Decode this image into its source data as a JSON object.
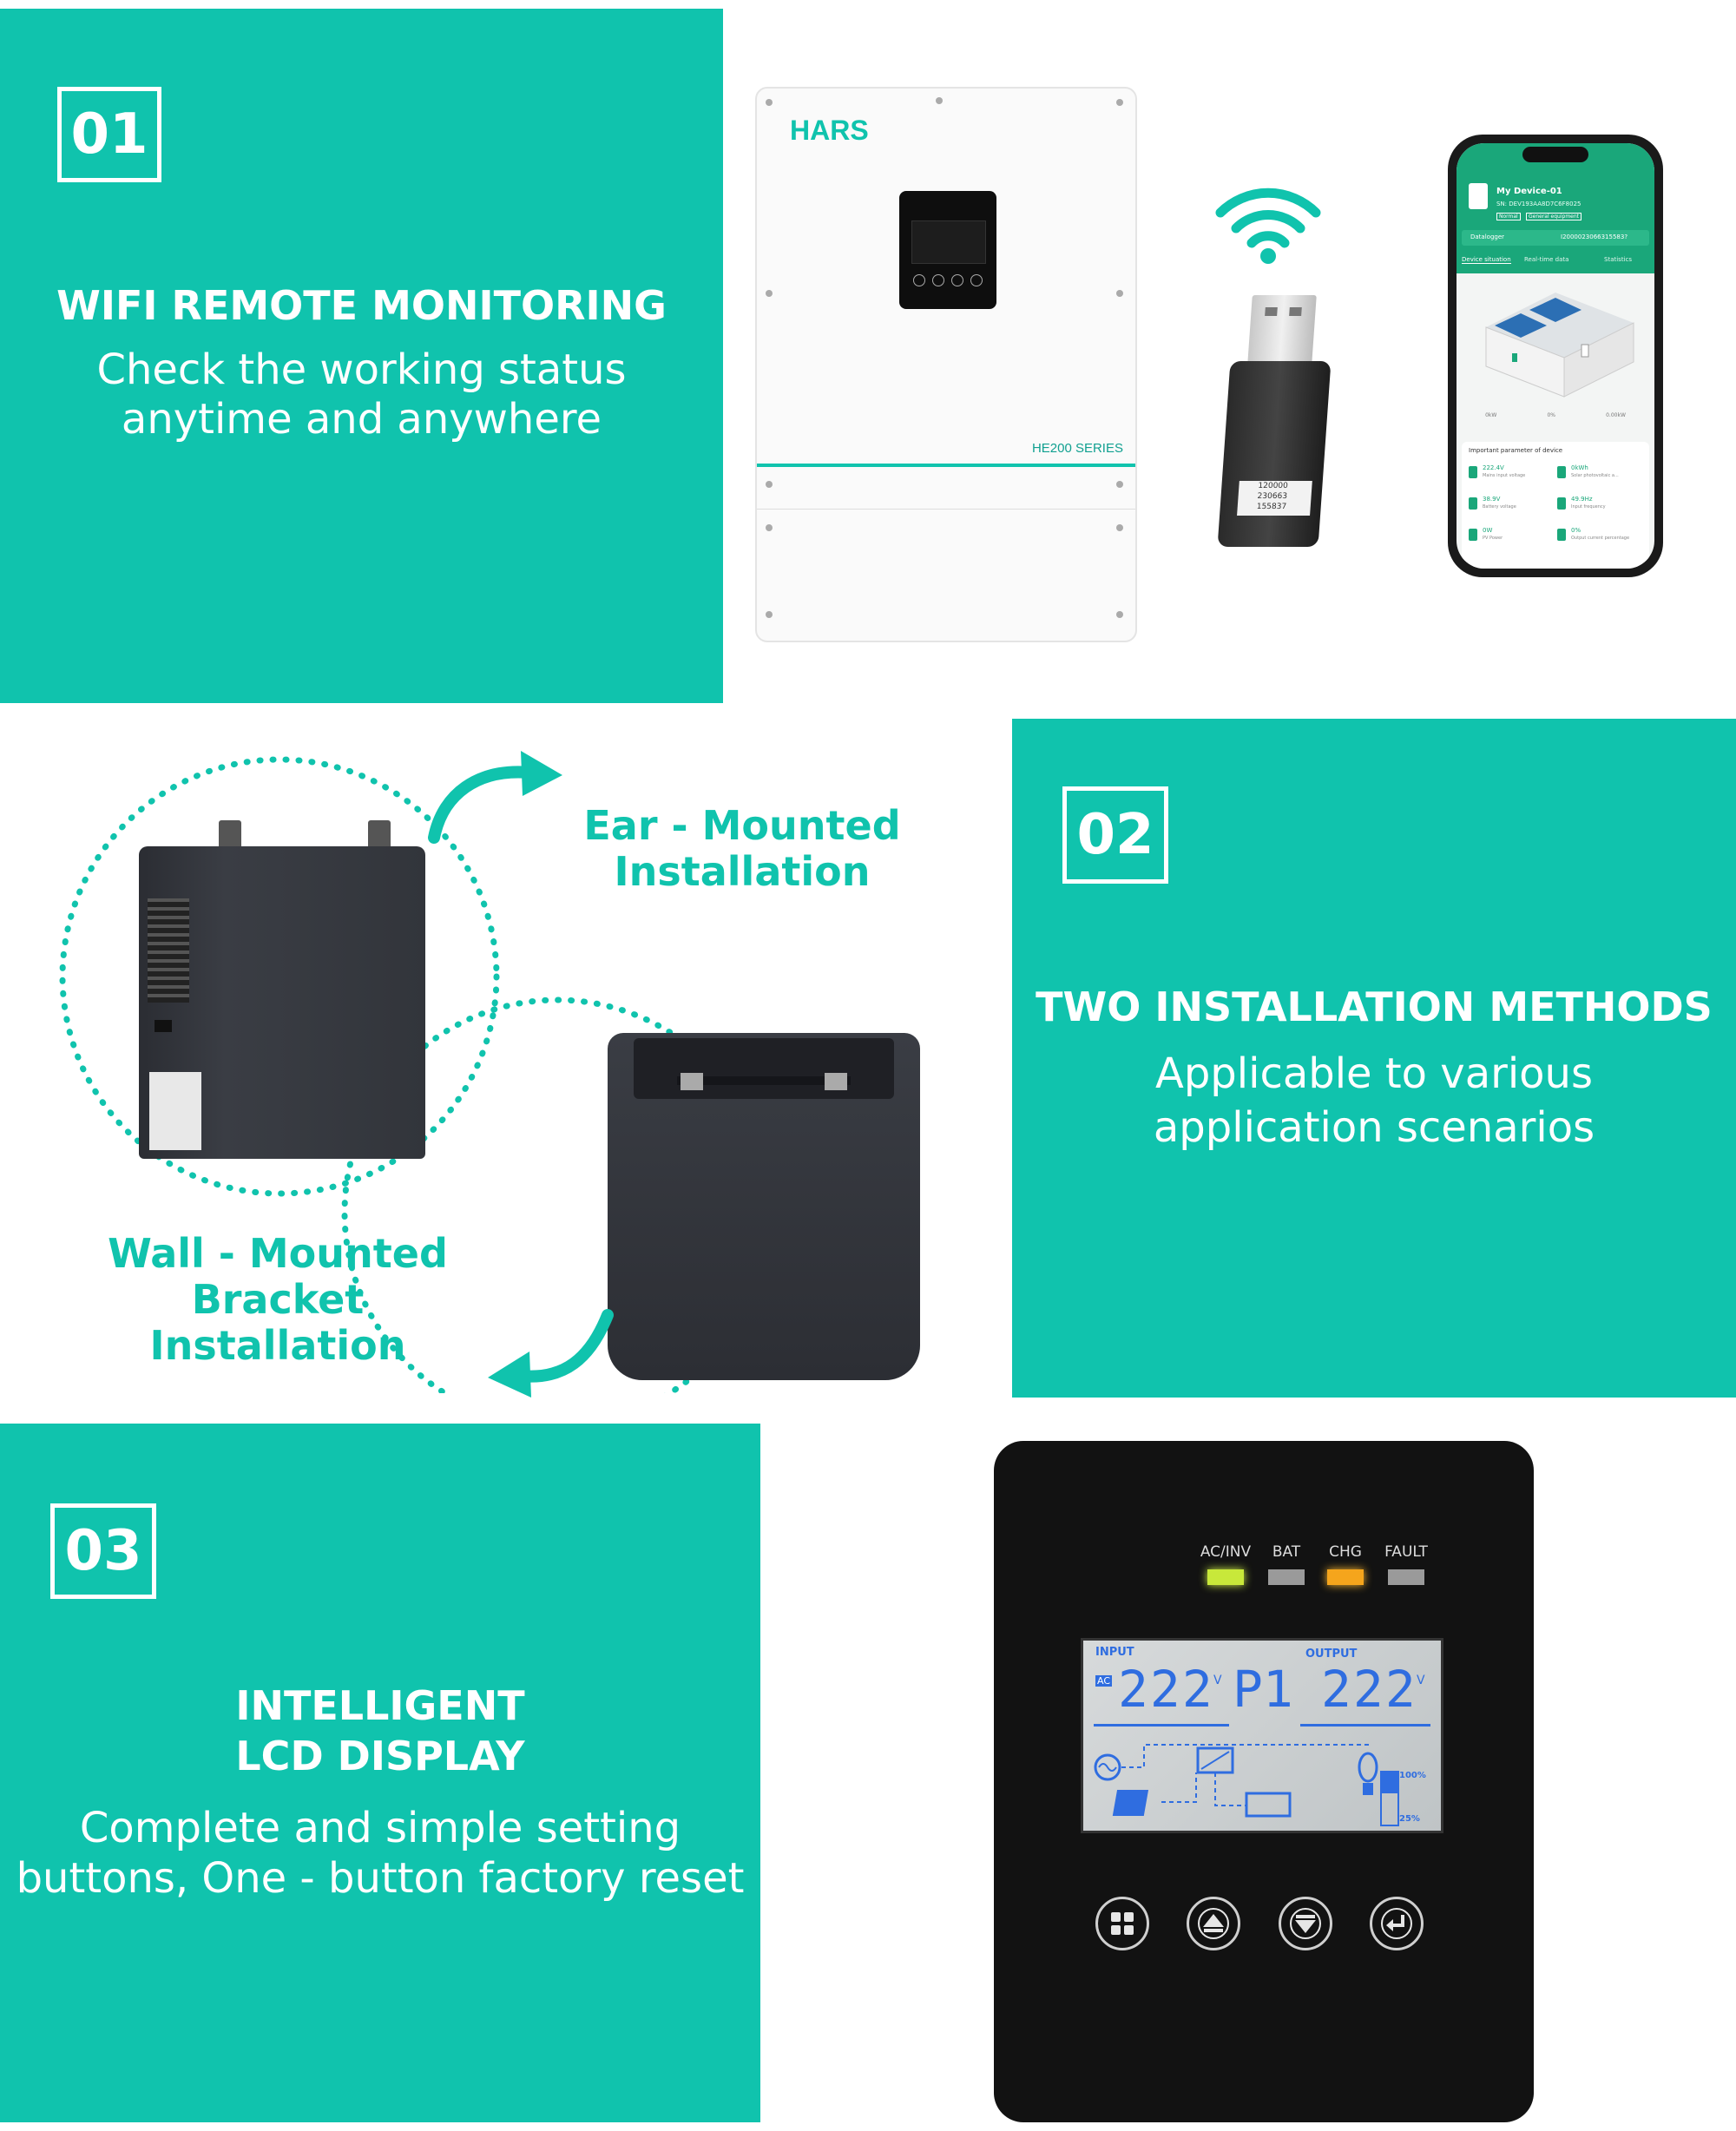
{
  "section1": {
    "number": "01",
    "title": "WIFI REMOTE MONITORING",
    "description_line1": "Check the working status",
    "description_line2": "anytime and anywhere"
  },
  "inverter": {
    "brand": "HARS",
    "series": "HE200 SERIES"
  },
  "dongle": {
    "label_line1": "120000",
    "label_line2": "230663",
    "label_line3": "155837"
  },
  "phone_app": {
    "device_name": "My Device-01",
    "serial": "SN: DEV193AA8D7C6F8025",
    "status_badge": "Normal",
    "type_badge": "General equipment",
    "datalogger_label": "Datalogger",
    "datalogger_value": "I2000023066315583?",
    "tabs": [
      "Device situation",
      "Real-time data",
      "Statistics"
    ],
    "params_title": "Important parameter of device",
    "params": [
      {
        "value": "222.4V",
        "label": "Mains input voltage"
      },
      {
        "value": "0kWh",
        "label": "Solar photovoltaic a..."
      },
      {
        "value": "38.9V",
        "label": "Battery voltage"
      },
      {
        "value": "49.9Hz",
        "label": "Input frequency"
      },
      {
        "value": "0W",
        "label": "PV Power"
      },
      {
        "value": "0%",
        "label": "Output current percentage"
      }
    ],
    "flow_values": [
      "0kW",
      "0%",
      "0.00kW"
    ]
  },
  "section2": {
    "number": "02",
    "title": "TWO INSTALLATION METHODS",
    "description_line1": "Applicable to various",
    "description_line2": "application scenarios",
    "ear_label_line1": "Ear - Mounted",
    "ear_label_line2": "Installation",
    "wall_label_line1": "Wall - Mounted",
    "wall_label_line2": "Bracket Installation"
  },
  "section3": {
    "number": "03",
    "title_line1": "INTELLIGENT",
    "title_line2": "LCD DISPLAY",
    "description_line1": "Complete and simple setting",
    "description_line2": "buttons, One - button factory reset"
  },
  "lcd_panel": {
    "leds": [
      {
        "label": "AC/INV",
        "color": "#c8e83a"
      },
      {
        "label": "BAT",
        "color": "#9a9a9a"
      },
      {
        "label": "CHG",
        "color": "#f5a51c"
      },
      {
        "label": "FAULT",
        "color": "#9a9a9a"
      }
    ],
    "input_label": "INPUT",
    "output_label": "OUTPUT",
    "ac_tag": "AC",
    "input_value": "222",
    "mode_value": "P1",
    "output_value": "222",
    "unit": "V",
    "load_high": "100%",
    "load_low": "25%",
    "buttons": [
      "menu-icon",
      "up-icon",
      "down-icon",
      "enter-icon"
    ]
  },
  "colors": {
    "brand_teal": "#10c3ad",
    "panel_black": "#121212",
    "lcd_blue": "#2f6de0"
  }
}
